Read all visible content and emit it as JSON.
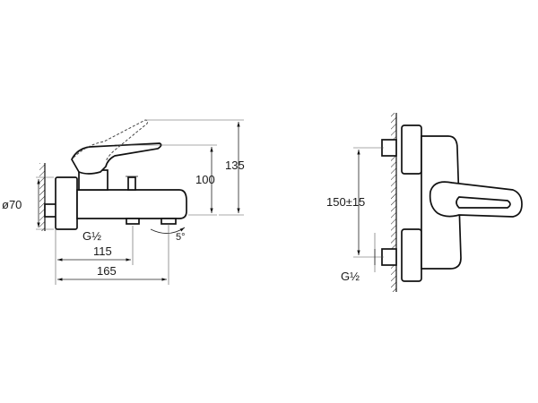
{
  "left_view": {
    "dimensions": {
      "pipe_diameter": "ø70",
      "height_small": "100",
      "height_large": "135",
      "thread": "G½",
      "angle": "5°",
      "length_short": "115",
      "length_long": "165"
    }
  },
  "right_view": {
    "dimensions": {
      "center_distance": "150±15",
      "thread": "G½"
    }
  }
}
